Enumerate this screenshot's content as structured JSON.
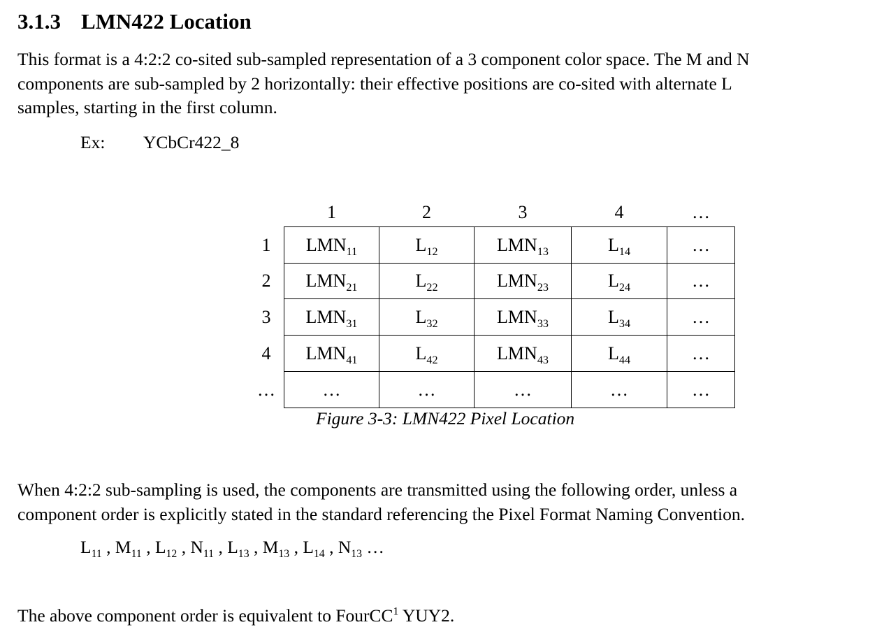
{
  "page": {
    "background_color": "#ffffff",
    "text_color": "#000000"
  },
  "heading": {
    "number": "3.1.3",
    "title": "LMN422 Location"
  },
  "intro_paragraph": {
    "lines": [
      "This format is a 4:2:2 co-sited sub-sampled representation of a 3 component color space. The M and N",
      "components are sub-sampled by 2 horizontally: their effective positions are co-sited with alternate L",
      "samples, starting in the first column."
    ]
  },
  "example": {
    "label": "Ex:",
    "value": "YCbCr422_8"
  },
  "pixel_table": {
    "column_headers": [
      "1",
      "2",
      "3",
      "4",
      "…"
    ],
    "row_headers": [
      "1",
      "2",
      "3",
      "4",
      "…"
    ],
    "rows": [
      [
        {
          "base": "LMN",
          "sub": "11"
        },
        {
          "base": "L",
          "sub": "12"
        },
        {
          "base": "LMN",
          "sub": "13"
        },
        {
          "base": "L",
          "sub": "14"
        },
        {
          "base": "…",
          "sub": ""
        }
      ],
      [
        {
          "base": "LMN",
          "sub": "21"
        },
        {
          "base": "L",
          "sub": "22"
        },
        {
          "base": "LMN",
          "sub": "23"
        },
        {
          "base": "L",
          "sub": "24"
        },
        {
          "base": "…",
          "sub": ""
        }
      ],
      [
        {
          "base": "LMN",
          "sub": "31"
        },
        {
          "base": "L",
          "sub": "32"
        },
        {
          "base": "LMN",
          "sub": "33"
        },
        {
          "base": "L",
          "sub": "34"
        },
        {
          "base": "…",
          "sub": ""
        }
      ],
      [
        {
          "base": "LMN",
          "sub": "41"
        },
        {
          "base": "L",
          "sub": "42"
        },
        {
          "base": "LMN",
          "sub": "43"
        },
        {
          "base": "L",
          "sub": "44"
        },
        {
          "base": "…",
          "sub": ""
        }
      ],
      [
        {
          "base": "…",
          "sub": ""
        },
        {
          "base": "…",
          "sub": ""
        },
        {
          "base": "…",
          "sub": ""
        },
        {
          "base": "…",
          "sub": ""
        },
        {
          "base": "…",
          "sub": ""
        }
      ]
    ]
  },
  "figure_caption": "Figure 3-3: LMN422 Pixel Location",
  "transmission_paragraph": {
    "lines": [
      "When 4:2:2 sub-sampling is used, the components are transmitted using the following order, unless a",
      "component order is explicitly stated in the standard referencing the Pixel Format Naming Convention."
    ]
  },
  "component_order": {
    "terms": [
      {
        "base": "L",
        "sub": "11"
      },
      {
        "base": "M",
        "sub": "11"
      },
      {
        "base": "L",
        "sub": "12"
      },
      {
        "base": "N",
        "sub": "11"
      },
      {
        "base": "L",
        "sub": "13"
      },
      {
        "base": "M",
        "sub": "13"
      },
      {
        "base": "L",
        "sub": "14"
      },
      {
        "base": "N",
        "sub": "13"
      }
    ],
    "separator": " , ",
    "ellipsis": " …"
  },
  "fourcc_note": {
    "prefix": "The above component order is equivalent to FourCC",
    "superscript": "1",
    "suffix": " YUY2."
  }
}
